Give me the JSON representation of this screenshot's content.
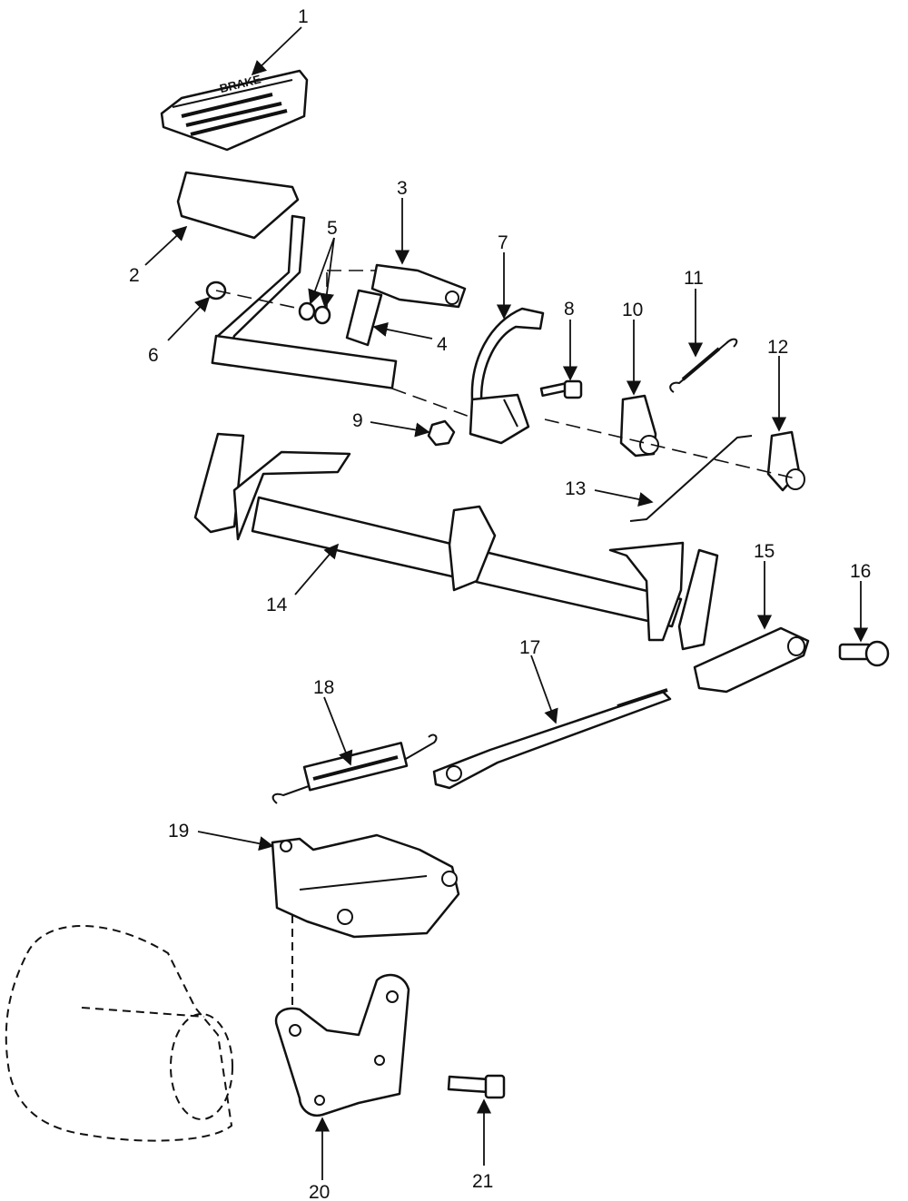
{
  "pedal_pad_text": "BRAKE",
  "callouts": [
    "1",
    "2",
    "3",
    "4",
    "5",
    "6",
    "7",
    "8",
    "9",
    "10",
    "11",
    "12",
    "13",
    "14",
    "15",
    "16",
    "17",
    "18",
    "19",
    "20",
    "21"
  ]
}
